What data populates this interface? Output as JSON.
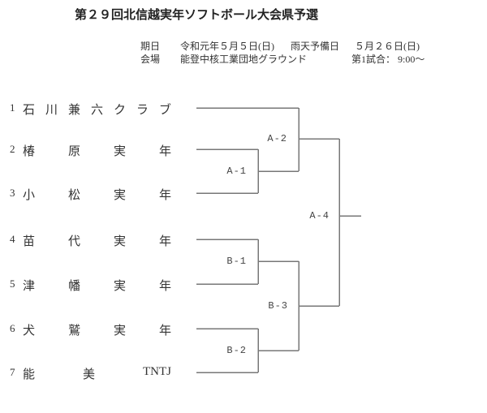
{
  "title": "第２９回北信越実年ソフトボール大会県予選",
  "info": {
    "date_label": "期日",
    "date_value": "令和元年５月５日(日)",
    "rain_label": "雨天予備日",
    "rain_date": "５月２６日(日)",
    "venue_label": "会場",
    "venue_value": "能登中核工業団地グラウンド",
    "first_game": "第1試合： 9:00～"
  },
  "bracket": {
    "teams": [
      {
        "seed": "1",
        "name": "石 川 兼 六 ク ラ ブ"
      },
      {
        "seed": "2",
        "name": "椿 原 実 年"
      },
      {
        "seed": "3",
        "name": "小 松 実 年"
      },
      {
        "seed": "4",
        "name": "苗 代 実 年"
      },
      {
        "seed": "5",
        "name": "津 幡 実 年"
      },
      {
        "seed": "6",
        "name": "犬 鷲 実 年"
      },
      {
        "seed": "7",
        "name": "能 美 TNTJ"
      }
    ],
    "matches": [
      {
        "id": "A-1",
        "joins": [
          "2",
          "3"
        ]
      },
      {
        "id": "A-2",
        "joins": [
          "1",
          "A-1"
        ]
      },
      {
        "id": "B-1",
        "joins": [
          "4",
          "5"
        ]
      },
      {
        "id": "B-2",
        "joins": [
          "6",
          "7"
        ]
      },
      {
        "id": "B-3",
        "joins": [
          "B-1",
          "B-2"
        ]
      },
      {
        "id": "A-4",
        "joins": [
          "A-2",
          "B-3"
        ]
      }
    ]
  },
  "colors": {
    "line": "#777777",
    "text": "#333333"
  }
}
